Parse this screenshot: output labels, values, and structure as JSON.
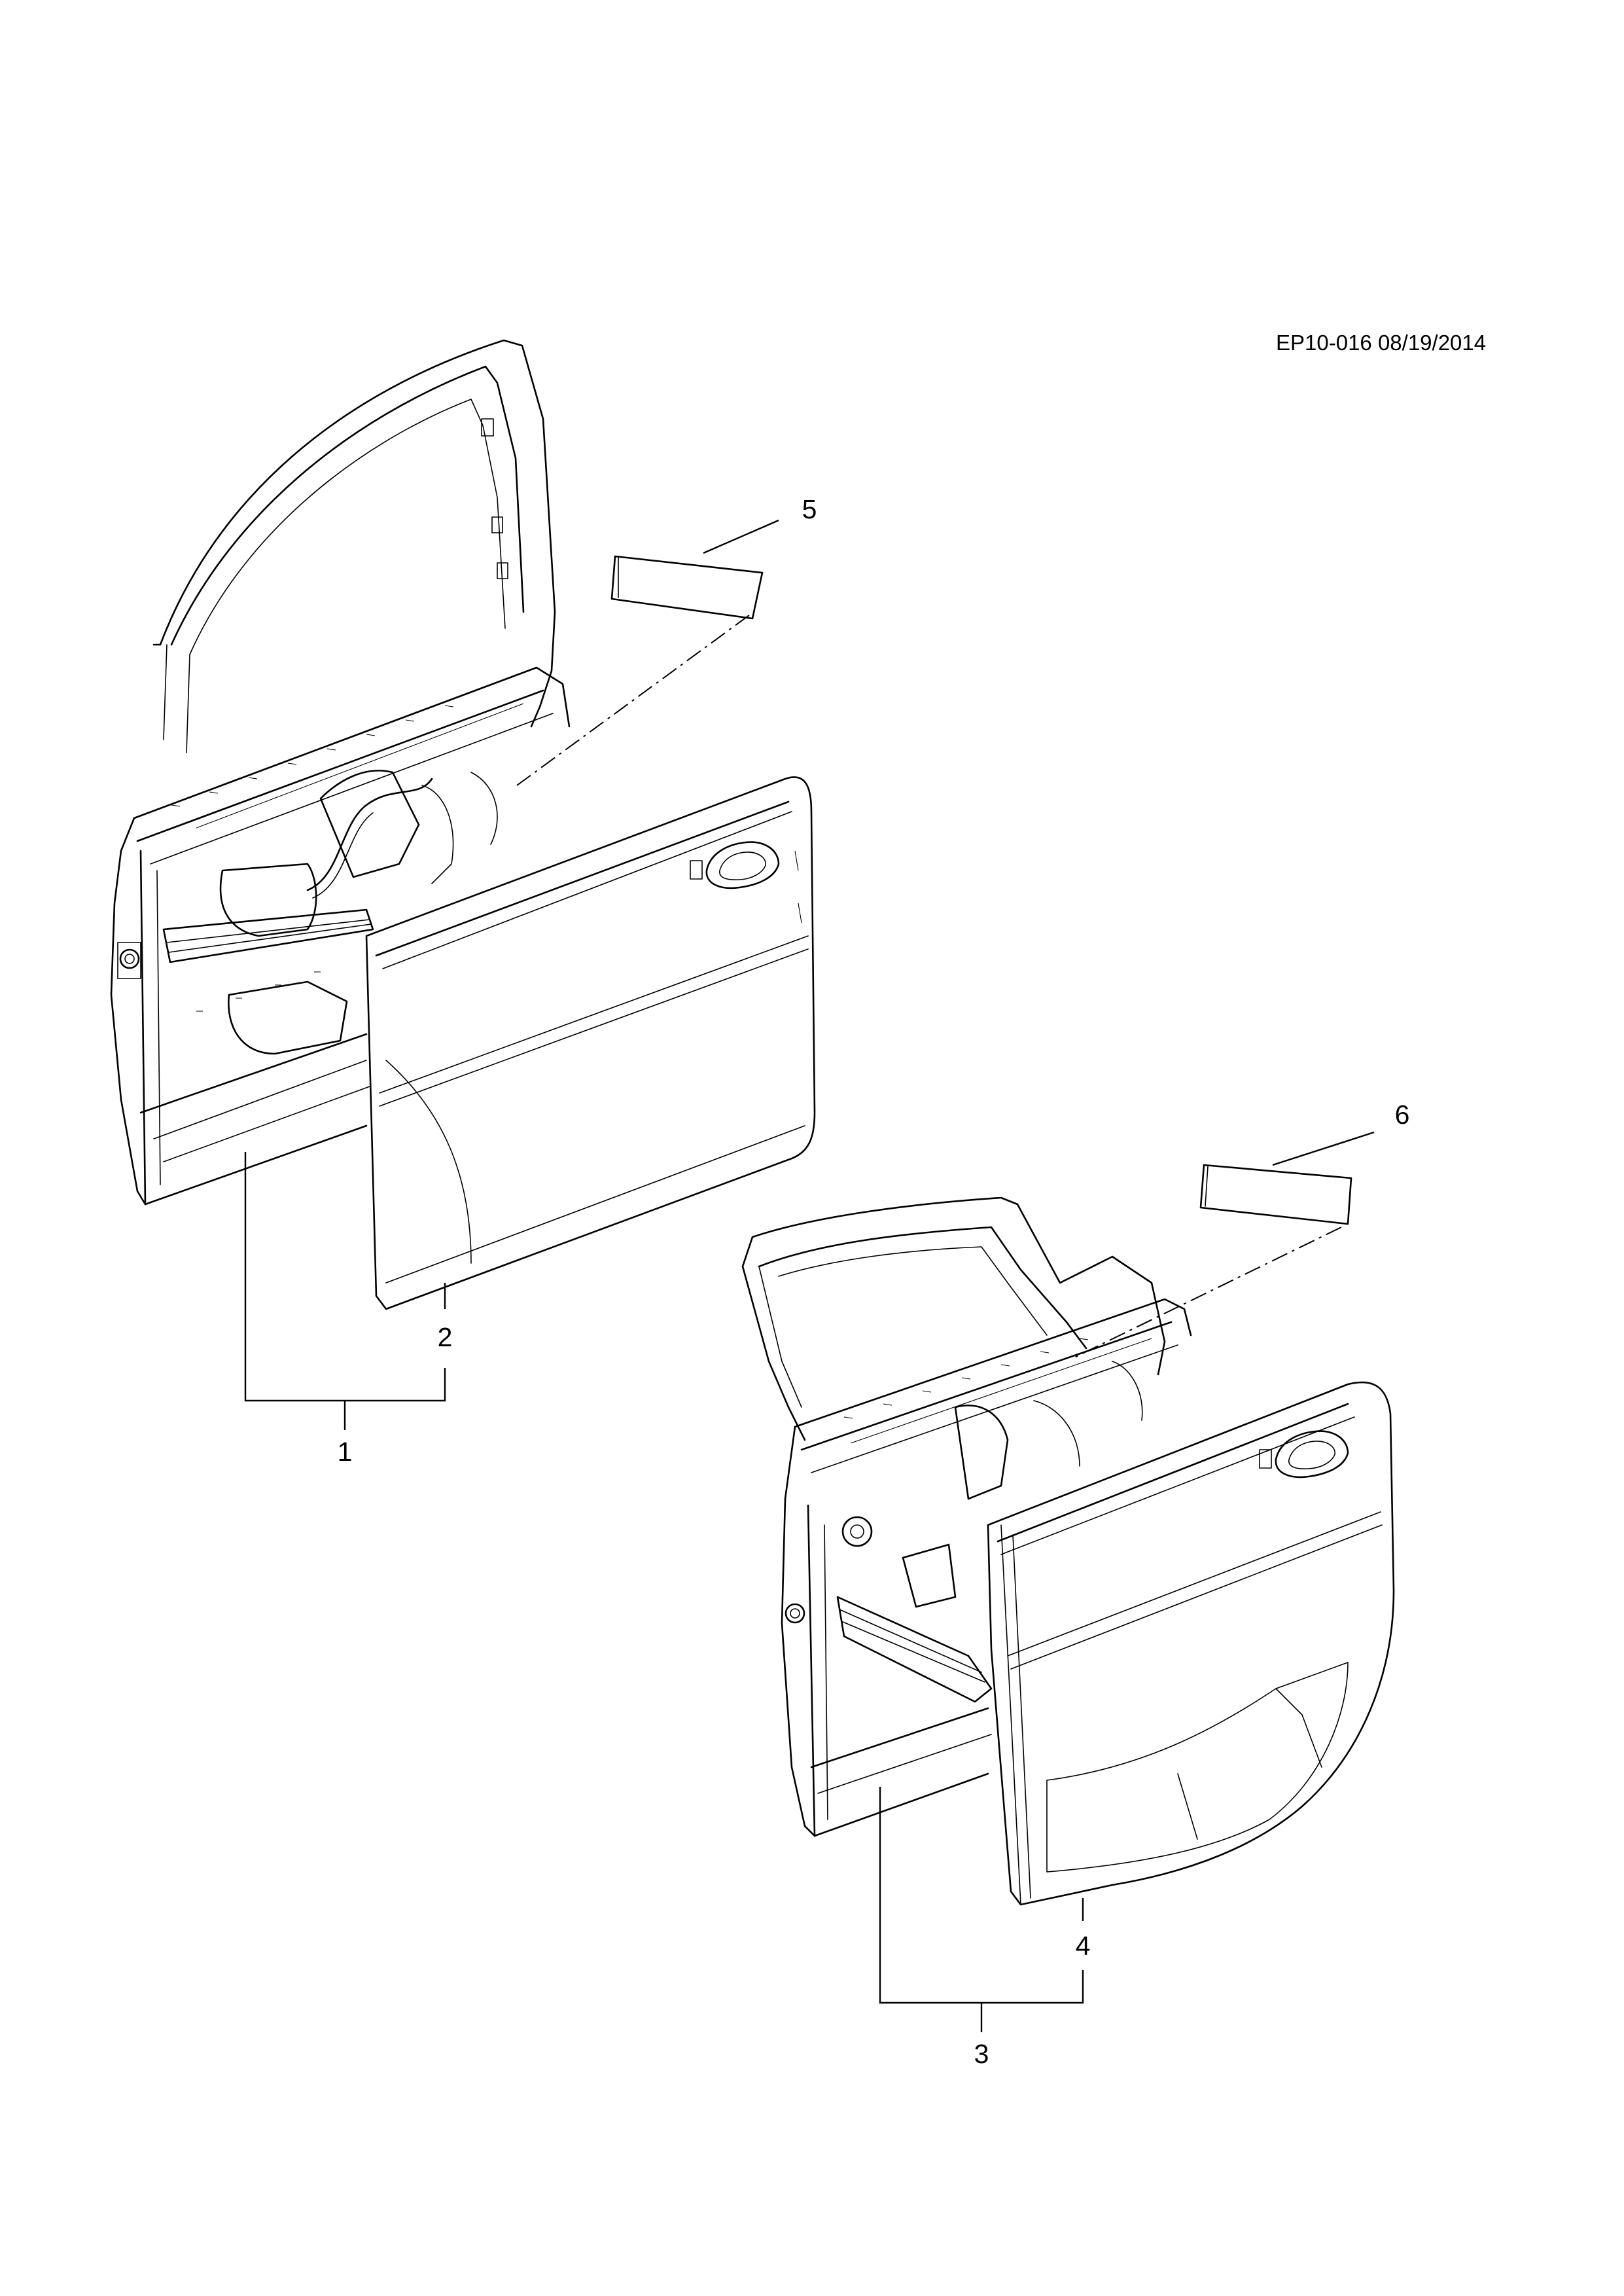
{
  "document": {
    "stamp": "EP10-016 08/19/2014"
  },
  "callouts": {
    "c1": "1",
    "c2": "2",
    "c3": "3",
    "c4": "4",
    "c5": "5",
    "c6": "6"
  }
}
